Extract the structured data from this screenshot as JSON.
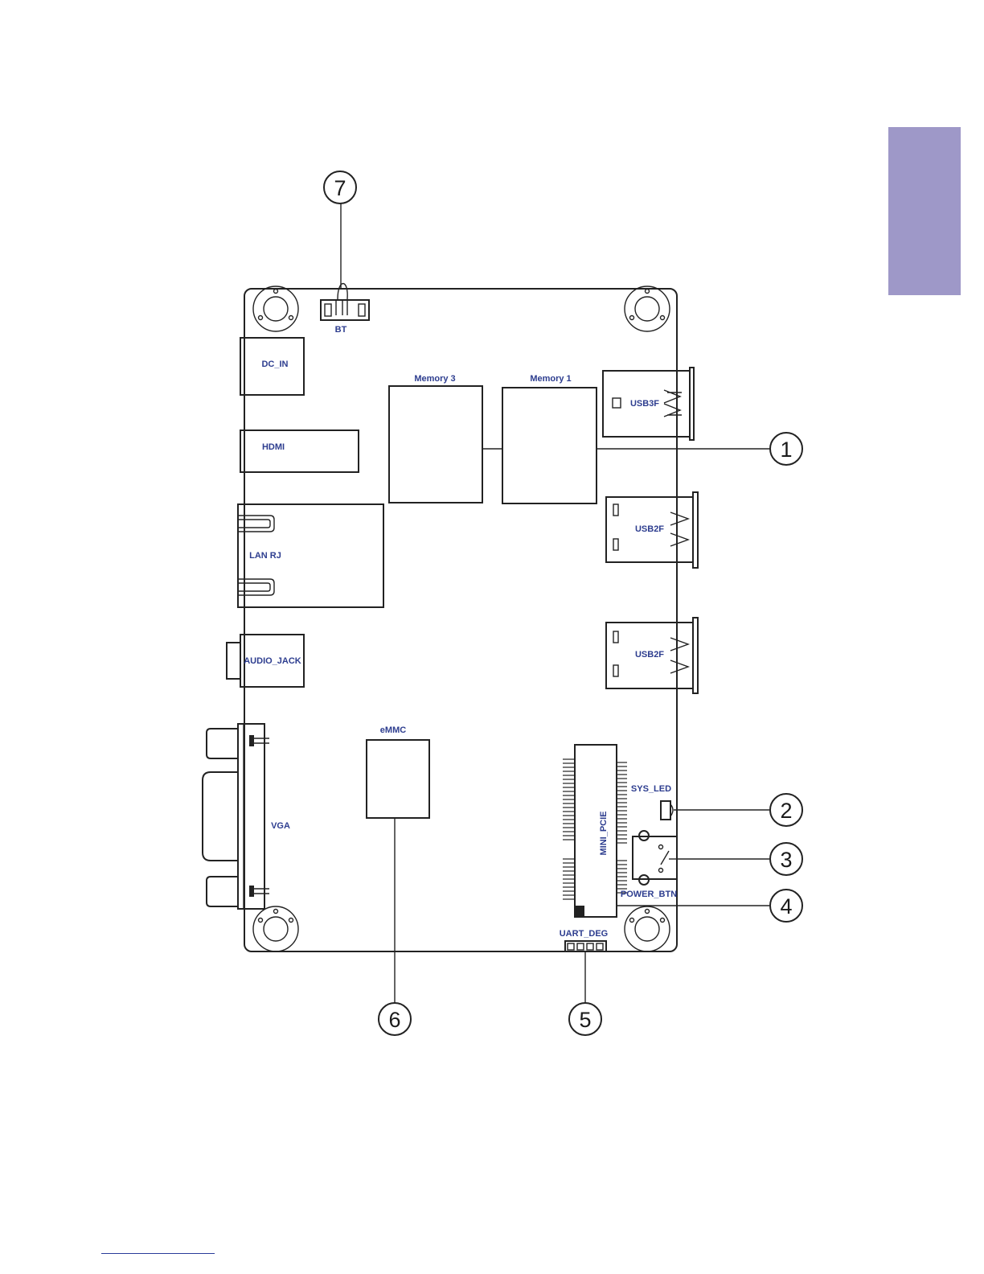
{
  "colors": {
    "accent_tab": "#9e98c8",
    "label_blue": "#2d3d8f",
    "line": "#222222"
  },
  "components": {
    "bt": "BT",
    "dc_in": "DC_IN",
    "hdmi": "HDMI",
    "lan": "LAN RJ",
    "audio": "AUDIO_JACK",
    "vga": "VGA",
    "memory3": "Memory 3",
    "memory1": "Memory 1",
    "emmc": "eMMC",
    "usb3f": "USB3F",
    "usb2f_a": "USB2F",
    "usb2f_b": "USB2F",
    "mini_pcie": "MINI_PCIE",
    "sys_led": "SYS_LED",
    "power_btn": "POWER_BTN",
    "uart": "UART_DEG"
  },
  "callouts": {
    "c1": "1",
    "c2": "2",
    "c3": "3",
    "c4": "4",
    "c5": "5",
    "c6": "6",
    "c7": "7"
  }
}
